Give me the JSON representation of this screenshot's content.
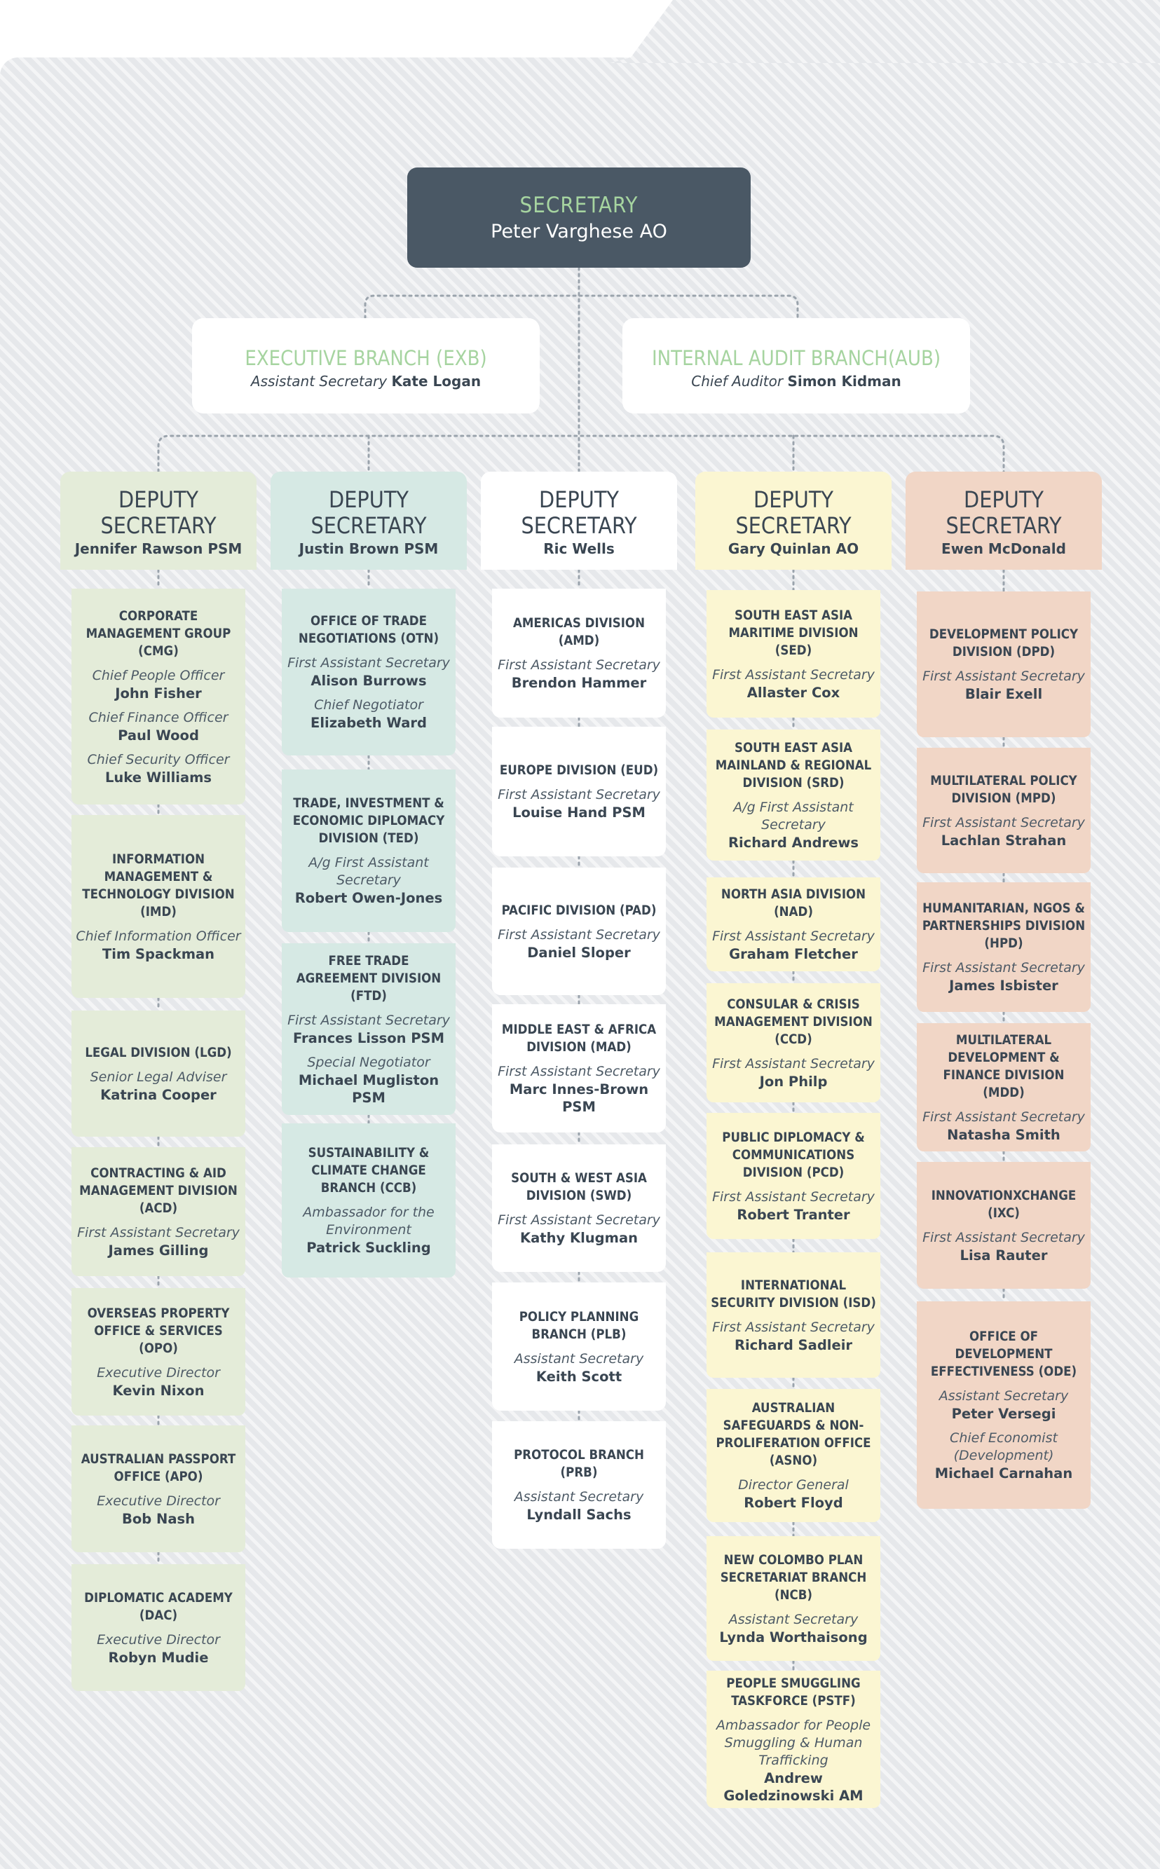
{
  "secretary": {
    "title": "SECRETARY",
    "name": "Peter Varghese AO"
  },
  "branches": [
    {
      "title": "EXECUTIVE BRANCH (EXB)",
      "role": "Assistant Secretary",
      "name": "Kate Logan"
    },
    {
      "title": "INTERNAL AUDIT BRANCH(AUB)",
      "role": "Chief Auditor",
      "name": "Simon Kidman"
    }
  ],
  "colors": {
    "green": "#e4ecd9",
    "teal": "#d6e9e4",
    "white": "#ffffff",
    "yellow": "#fbf6d2",
    "peach": "#f1d6c6",
    "secretary_bg": "#4a5865",
    "accent": "#a6d4a0"
  },
  "deputies": [
    {
      "title": "DEPUTY SECRETARY",
      "name": "Jennifer Rawson PSM",
      "color": "green",
      "divisions": [
        {
          "name": "CORPORATE MANAGEMENT GROUP (CMG)",
          "people": [
            {
              "role": "Chief People Officer",
              "name": "John Fisher"
            },
            {
              "role": "Chief Finance Officer",
              "name": "Paul Wood"
            },
            {
              "role": "Chief Security Officer",
              "name": "Luke Williams"
            }
          ]
        },
        {
          "name": "INFORMATION MANAGEMENT & TECHNOLOGY DIVISION (IMD)",
          "people": [
            {
              "role": "Chief Information Officer",
              "name": "Tim Spackman"
            }
          ]
        },
        {
          "name": "LEGAL DIVISION (LGD)",
          "people": [
            {
              "role": "Senior Legal Adviser",
              "name": "Katrina Cooper"
            }
          ]
        },
        {
          "name": "CONTRACTING & AID MANAGEMENT DIVISION (ACD)",
          "people": [
            {
              "role": "First Assistant Secretary",
              "name": "James Gilling"
            }
          ]
        },
        {
          "name": "OVERSEAS PROPERTY OFFICE & SERVICES (OPO)",
          "people": [
            {
              "role": "Executive Director",
              "name": "Kevin Nixon"
            }
          ]
        },
        {
          "name": "AUSTRALIAN PASSPORT OFFICE (APO)",
          "people": [
            {
              "role": "Executive Director",
              "name": "Bob Nash"
            }
          ]
        },
        {
          "name": "DIPLOMATIC ACADEMY (DAC)",
          "people": [
            {
              "role": "Executive Director",
              "name": "Robyn Mudie"
            }
          ]
        }
      ]
    },
    {
      "title": "DEPUTY SECRETARY",
      "name": "Justin Brown PSM",
      "color": "teal",
      "divisions": [
        {
          "name": "OFFICE OF TRADE NEGOTIATIONS (OTN)",
          "people": [
            {
              "role": "First Assistant Secretary",
              "name": "Alison Burrows"
            },
            {
              "role": "Chief Negotiator",
              "name": "Elizabeth Ward"
            }
          ]
        },
        {
          "name": "TRADE, INVESTMENT & ECONOMIC DIPLOMACY DIVISION (TED)",
          "people": [
            {
              "role": "A/g First Assistant Secretary",
              "name": "Robert Owen-Jones"
            }
          ]
        },
        {
          "name": "FREE TRADE AGREEMENT DIVISION (FTD)",
          "people": [
            {
              "role": "First Assistant Secretary",
              "name": "Frances Lisson PSM"
            },
            {
              "role": "Special Negotiator",
              "name": "Michael Mugliston PSM"
            }
          ]
        },
        {
          "name": "SUSTAINABILITY & CLIMATE CHANGE BRANCH (CCB)",
          "people": [
            {
              "role": "Ambassador for the Environment",
              "name": "Patrick Suckling"
            }
          ]
        }
      ]
    },
    {
      "title": "DEPUTY SECRETARY",
      "name": "Ric Wells",
      "color": "white",
      "divisions": [
        {
          "name": "AMERICAS DIVISION (AMD)",
          "people": [
            {
              "role": "First Assistant Secretary",
              "name": "Brendon Hammer"
            }
          ]
        },
        {
          "name": "EUROPE DIVISION (EUD)",
          "people": [
            {
              "role": "First Assistant Secretary",
              "name": "Louise Hand PSM"
            }
          ]
        },
        {
          "name": "PACIFIC DIVISION (PAD)",
          "people": [
            {
              "role": "First Assistant Secretary",
              "name": "Daniel Sloper"
            }
          ]
        },
        {
          "name": "MIDDLE EAST & AFRICA DIVISION (MAD)",
          "people": [
            {
              "role": "First Assistant Secretary",
              "name": "Marc Innes-Brown PSM"
            }
          ]
        },
        {
          "name": "SOUTH & WEST ASIA DIVISION (SWD)",
          "people": [
            {
              "role": "First Assistant Secretary",
              "name": "Kathy Klugman"
            }
          ]
        },
        {
          "name": "POLICY PLANNING BRANCH (PLB)",
          "people": [
            {
              "role": "Assistant Secretary",
              "name": "Keith Scott"
            }
          ]
        },
        {
          "name": "PROTOCOL BRANCH (PRB)",
          "people": [
            {
              "role": "Assistant Secretary",
              "name": "Lyndall Sachs"
            }
          ]
        }
      ]
    },
    {
      "title": "DEPUTY SECRETARY",
      "name": "Gary Quinlan AO",
      "color": "yellow",
      "divisions": [
        {
          "name": "SOUTH EAST ASIA MARITIME DIVISION (SED)",
          "people": [
            {
              "role": "First Assistant Secretary",
              "name": "Allaster Cox"
            }
          ]
        },
        {
          "name": "SOUTH EAST ASIA MAINLAND & REGIONAL DIVISION (SRD)",
          "people": [
            {
              "role": "A/g First Assistant Secretary",
              "name": "Richard Andrews"
            }
          ]
        },
        {
          "name": "NORTH ASIA DIVISION (NAD)",
          "people": [
            {
              "role": "First Assistant Secretary",
              "name": "Graham Fletcher"
            }
          ]
        },
        {
          "name": "CONSULAR & CRISIS MANAGEMENT DIVISION (CCD)",
          "people": [
            {
              "role": "First Assistant Secretary",
              "name": "Jon Philp"
            }
          ]
        },
        {
          "name": "PUBLIC DIPLOMACY & COMMUNICATIONS DIVISION (PCD)",
          "people": [
            {
              "role": "First Assistant Secretary",
              "name": "Robert Tranter"
            }
          ]
        },
        {
          "name": "INTERNATIONAL SECURITY DIVISION (ISD)",
          "people": [
            {
              "role": "First Assistant Secretary",
              "name": "Richard Sadleir"
            }
          ]
        },
        {
          "name": "AUSTRALIAN SAFEGUARDS & NON-PROLIFERATION OFFICE (ASNO)",
          "people": [
            {
              "role": "Director General",
              "name": "Robert Floyd"
            }
          ]
        },
        {
          "name": "NEW COLOMBO PLAN SECRETARIAT BRANCH (NCB)",
          "people": [
            {
              "role": "Assistant Secretary",
              "name": "Lynda Worthaisong"
            }
          ]
        },
        {
          "name": "PEOPLE SMUGGLING TASKFORCE (PSTF)",
          "people": [
            {
              "role": "Ambassador for People Smuggling & Human Trafficking",
              "name": "Andrew Goledzinowski AM"
            }
          ]
        }
      ]
    },
    {
      "title": "DEPUTY SECRETARY",
      "name": "Ewen McDonald",
      "color": "peach",
      "divisions": [
        {
          "name": "DEVELOPMENT POLICY DIVISION (DPD)",
          "people": [
            {
              "role": "First Assistant Secretary",
              "name": "Blair Exell"
            }
          ]
        },
        {
          "name": "MULTILATERAL POLICY DIVISION (MPD)",
          "people": [
            {
              "role": "First Assistant Secretary",
              "name": "Lachlan Strahan"
            }
          ]
        },
        {
          "name": "HUMANITARIAN, NGOS & PARTNERSHIPS DIVISION (HPD)",
          "people": [
            {
              "role": "First Assistant Secretary",
              "name": "James Isbister"
            }
          ]
        },
        {
          "name": "MULTILATERAL DEVELOPMENT & FINANCE DIVISION (MDD)",
          "people": [
            {
              "role": "First Assistant Secretary",
              "name": "Natasha Smith"
            }
          ]
        },
        {
          "name": "INNOVATIONXCHANGE (IXC)",
          "people": [
            {
              "role": "First Assistant Secretary",
              "name": "Lisa Rauter"
            }
          ]
        },
        {
          "name": "OFFICE OF DEVELOPMENT EFFECTIVENESS (ODE)",
          "people": [
            {
              "role": "Assistant Secretary",
              "name": "Peter Versegi"
            },
            {
              "role": "Chief Economist (Development)",
              "name": "Michael Carnahan"
            }
          ]
        }
      ]
    }
  ]
}
